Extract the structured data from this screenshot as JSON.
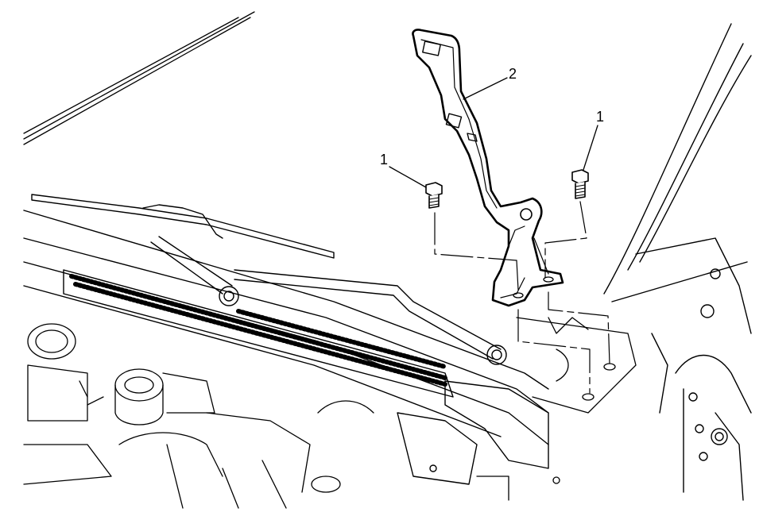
{
  "diagram": {
    "callouts": [
      {
        "id": "bolt-left",
        "label": "1"
      },
      {
        "id": "bolt-right",
        "label": "1"
      },
      {
        "id": "hinge-bracket",
        "label": "2"
      }
    ],
    "line_color": "#000000",
    "background": "#ffffff"
  }
}
